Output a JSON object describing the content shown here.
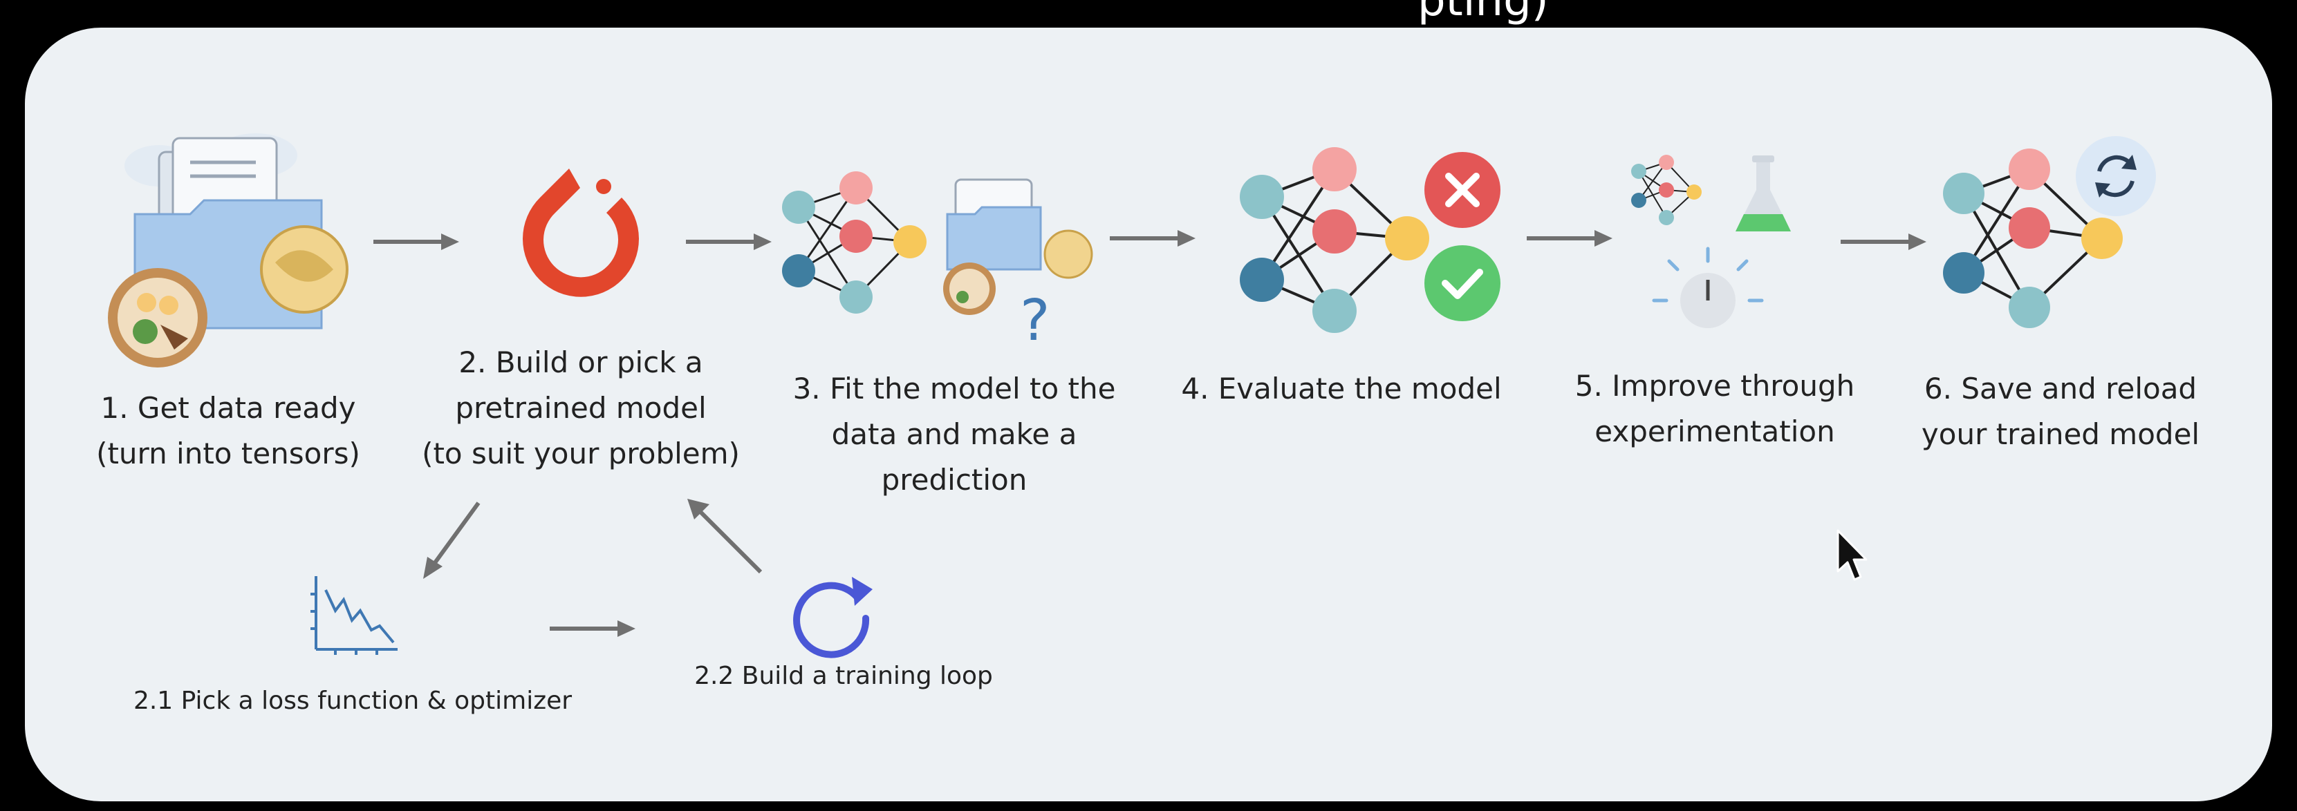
{
  "title_fragment": "pting)",
  "steps": [
    {
      "id": "1",
      "label": "1. Get data ready\n(turn into tensors)",
      "icon": "data-folder-icon"
    },
    {
      "id": "2",
      "label": "2. Build or pick a\npretrained model\n(to suit your problem)",
      "icon": "pytorch-logo-icon"
    },
    {
      "id": "3",
      "label": "3. Fit the model to the\ndata and make a\nprediction",
      "icon": "neural-network-question-icon"
    },
    {
      "id": "4",
      "label": "4. Evaluate the model",
      "icon": "neural-network-evaluate-icon"
    },
    {
      "id": "5",
      "label": "5. Improve through\nexperimentation",
      "icon": "experiment-icon"
    },
    {
      "id": "6",
      "label": "6. Save and reload\nyour trained model",
      "icon": "neural-network-reload-icon"
    }
  ],
  "substeps": [
    {
      "id": "2.1",
      "label": "2.1 Pick a loss function & optimizer",
      "icon": "loss-chart-icon"
    },
    {
      "id": "2.2",
      "label": "2.2 Build a training loop",
      "icon": "refresh-loop-icon"
    }
  ],
  "colors": {
    "panel": "#edf1f4",
    "arrow": "#707070",
    "node_pink": "#f4a3a2",
    "node_red": "#e76f72",
    "node_teal": "#8cc3c9",
    "node_blue": "#3f7ea0",
    "node_yellow": "#f7c85a",
    "pytorch": "#e2462c",
    "loop": "#4a57d6",
    "wrong": "#e35656",
    "right": "#5cc86f"
  }
}
